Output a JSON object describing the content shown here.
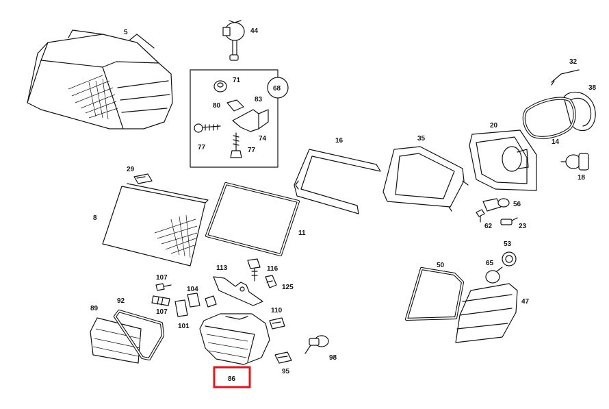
{
  "diagram": {
    "parts": [
      {
        "id": "p5",
        "label": "5"
      },
      {
        "id": "p44",
        "label": "44"
      },
      {
        "id": "p71",
        "label": "71"
      },
      {
        "id": "p68",
        "label": "68"
      },
      {
        "id": "p80",
        "label": "80"
      },
      {
        "id": "p83",
        "label": "83"
      },
      {
        "id": "p77a",
        "label": "77"
      },
      {
        "id": "p74",
        "label": "74"
      },
      {
        "id": "p77b",
        "label": "77"
      },
      {
        "id": "p32",
        "label": "32"
      },
      {
        "id": "p38",
        "label": "38"
      },
      {
        "id": "p20",
        "label": "20"
      },
      {
        "id": "p14",
        "label": "14"
      },
      {
        "id": "p16",
        "label": "16"
      },
      {
        "id": "p35",
        "label": "35"
      },
      {
        "id": "p18",
        "label": "18"
      },
      {
        "id": "p29",
        "label": "29"
      },
      {
        "id": "p8",
        "label": "8"
      },
      {
        "id": "p11",
        "label": "11"
      },
      {
        "id": "p56",
        "label": "56"
      },
      {
        "id": "p62",
        "label": "62"
      },
      {
        "id": "p23",
        "label": "23"
      },
      {
        "id": "p53",
        "label": "53"
      },
      {
        "id": "p65",
        "label": "65"
      },
      {
        "id": "p50",
        "label": "50"
      },
      {
        "id": "p47",
        "label": "47"
      },
      {
        "id": "p113",
        "label": "113"
      },
      {
        "id": "p116",
        "label": "116"
      },
      {
        "id": "p125",
        "label": "125"
      },
      {
        "id": "p107a",
        "label": "107"
      },
      {
        "id": "p104",
        "label": "104"
      },
      {
        "id": "p107b",
        "label": "107"
      },
      {
        "id": "p101",
        "label": "101"
      },
      {
        "id": "p110",
        "label": "110"
      },
      {
        "id": "p89",
        "label": "89"
      },
      {
        "id": "p92",
        "label": "92"
      },
      {
        "id": "p98",
        "label": "98"
      },
      {
        "id": "p95",
        "label": "95"
      },
      {
        "id": "p86",
        "label": "86"
      }
    ],
    "highlighted": "86",
    "highlight_color": "#e8121a"
  }
}
